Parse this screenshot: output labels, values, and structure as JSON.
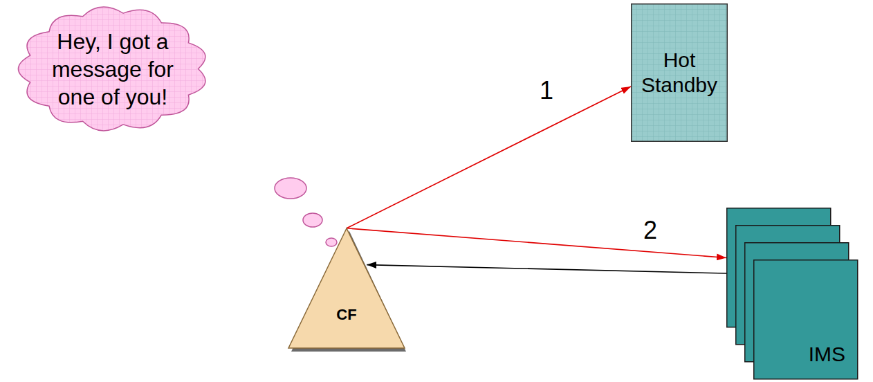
{
  "diagram": {
    "nodes": [
      {
        "text": [
          "Hey, I got a message for one of you!"
        ]
      },
      {
        "text": [
          "Hot Standby"
        ]
      },
      {
        "text": [
          "CF"
        ]
      },
      {
        "text": [
          "IMS"
        ]
      }
    ],
    "edges": [
      {
        "from": 2,
        "to": 1,
        "arrow": "to",
        "label": "1"
      },
      {
        "from": 2,
        "to": 3,
        "arrow": "to",
        "label": "2"
      },
      {
        "from": 3,
        "to": 2,
        "arrow": "to"
      }
    ]
  }
}
